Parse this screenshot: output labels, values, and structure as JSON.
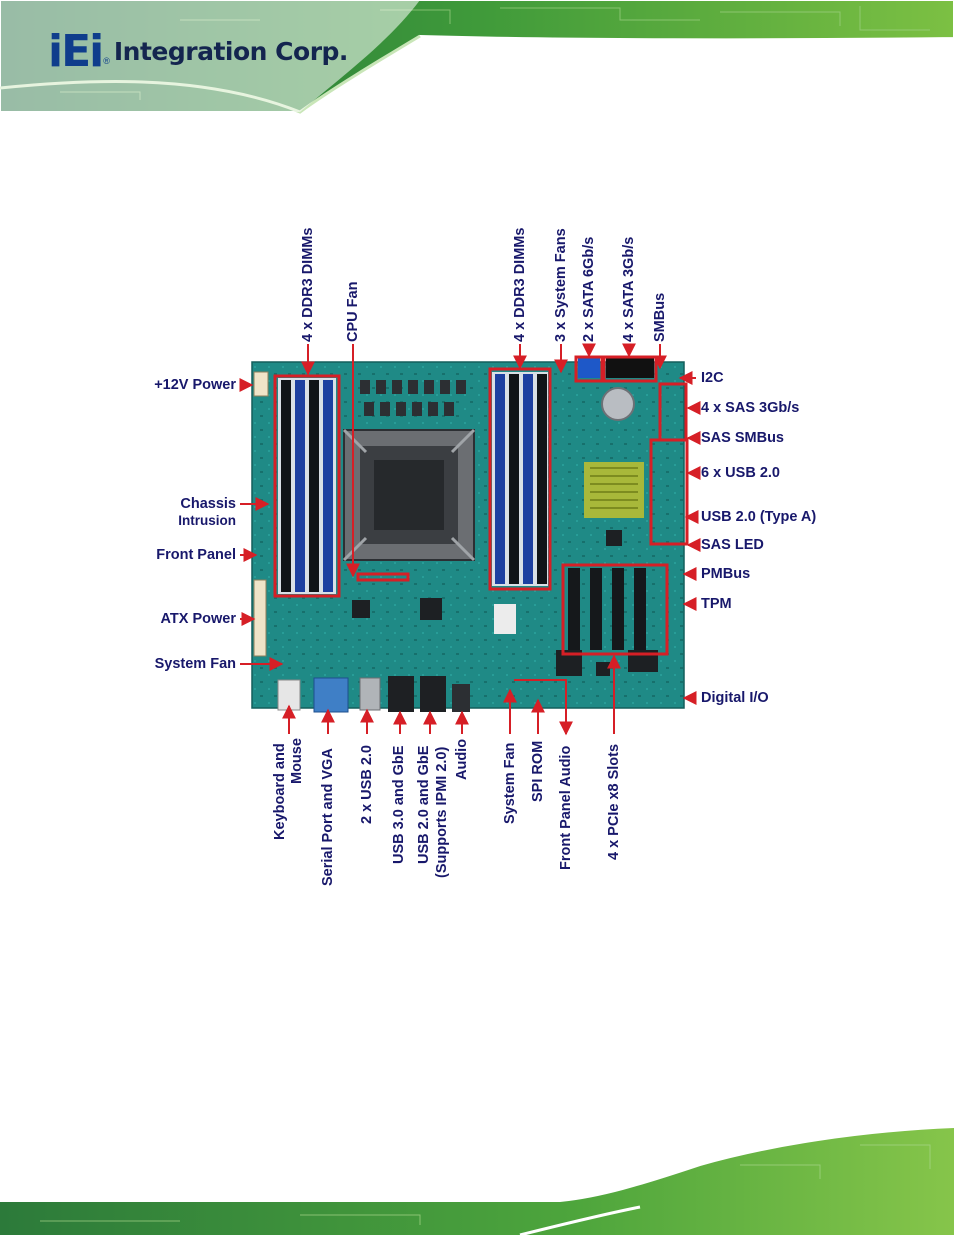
{
  "header": {
    "logo_ie": "iEi",
    "logo_reg": "®",
    "logo_text": "Integration Corp."
  },
  "diagram": {
    "top_labels": [
      "4 x DDR3 DIMMs",
      "CPU Fan",
      "4 x DDR3 DIMMs",
      "3 x System Fans",
      "2 x SATA 6Gb/s",
      "4 x SATA 3Gb/s",
      "SMBus"
    ],
    "left_labels": {
      "power12v": "+12V Power",
      "chassis_1": "Chassis",
      "chassis_2": "Intrusion",
      "front_panel": "Front Panel",
      "atx_power": "ATX Power",
      "system_fan": "System Fan"
    },
    "right_labels": [
      "I2C",
      "4 x SAS 3Gb/s",
      "SAS SMBus",
      "6 x USB 2.0",
      "USB 2.0 (Type A)",
      "SAS LED",
      "PMBus",
      "TPM",
      "Digital I/O"
    ],
    "bottom_labels": {
      "kbm_1": "Keyboard and",
      "kbm_2": "Mouse",
      "serial_vga": "Serial Port and VGA",
      "usb20": "2 x USB 2.0",
      "usb30_gbe": "USB 3.0 and GbE",
      "usb20_gbe_1": "USB 2.0 and GbE",
      "usb20_gbe_2": "(Supports IPMI 2.0)",
      "audio": "Audio",
      "system_fan": "System Fan",
      "spi_rom": "SPI ROM",
      "front_panel_audio": "Front Panel Audio",
      "pcie": "4 x PCIe x8 Slots"
    }
  },
  "colors": {
    "pcb": "#1f8a86",
    "label": "#18186b",
    "callout": "#d61f26",
    "dimm_blue": "#1d3fa0",
    "dimm_black": "#101418",
    "header_green": "#5aa832"
  }
}
